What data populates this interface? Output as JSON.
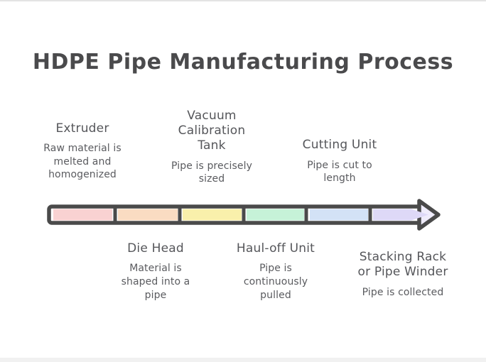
{
  "title": "HDPE Pipe Manufacturing Process",
  "stages": [
    {
      "name": "Extruder",
      "description": "Raw material is\nmelted and\nhomogenized",
      "row": "above"
    },
    {
      "name": "Die Head",
      "description": "Material is\nshaped into a\npipe",
      "row": "below"
    },
    {
      "name": "Vacuum\nCalibration\nTank",
      "description": "Pipe is precisely\nsized",
      "row": "above"
    },
    {
      "name": "Haul-off Unit",
      "description": "Pipe is\ncontinuously\npulled",
      "row": "below"
    },
    {
      "name": "Cutting Unit",
      "description": "Pipe is cut to\nlength",
      "row": "above"
    },
    {
      "name": "Stacking Rack\nor Pipe Winder",
      "description": "Pipe is collected",
      "row": "below"
    }
  ],
  "arrow": {
    "outline_color": "#4a4a4a",
    "head_fill": "#efecfb",
    "segment_colors": [
      "#f9d2d2",
      "#fadcc2",
      "#f9f0ab",
      "#c6f2d8",
      "#d3e2f6",
      "#ded9f7"
    ]
  },
  "colors": {
    "background": "#ffffff",
    "title_text": "#4a4a4c",
    "body_text": "#55565a",
    "edge_top": "#e3e3e3",
    "edge_bottom": "#f1f1f1"
  }
}
